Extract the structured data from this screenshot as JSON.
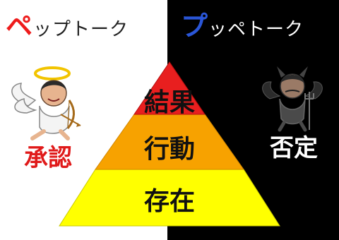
{
  "titles": {
    "pep_first": "ペ",
    "pep_rest": "ップトーク",
    "pup_first": "プ",
    "pup_rest": "ッペトーク"
  },
  "colors": {
    "pep_accent": "#ee1c1c",
    "pup_accent": "#2a56d8",
    "top_layer": "#e81f1f",
    "middle_layer": "#f7a200",
    "bottom_layer": "#ffff00"
  },
  "words": {
    "approval": "承認",
    "denial": "否定"
  },
  "pyramid": {
    "layers": [
      "結果",
      "行動",
      "存在"
    ]
  },
  "icons": [
    "angel-icon",
    "devil-icon"
  ]
}
